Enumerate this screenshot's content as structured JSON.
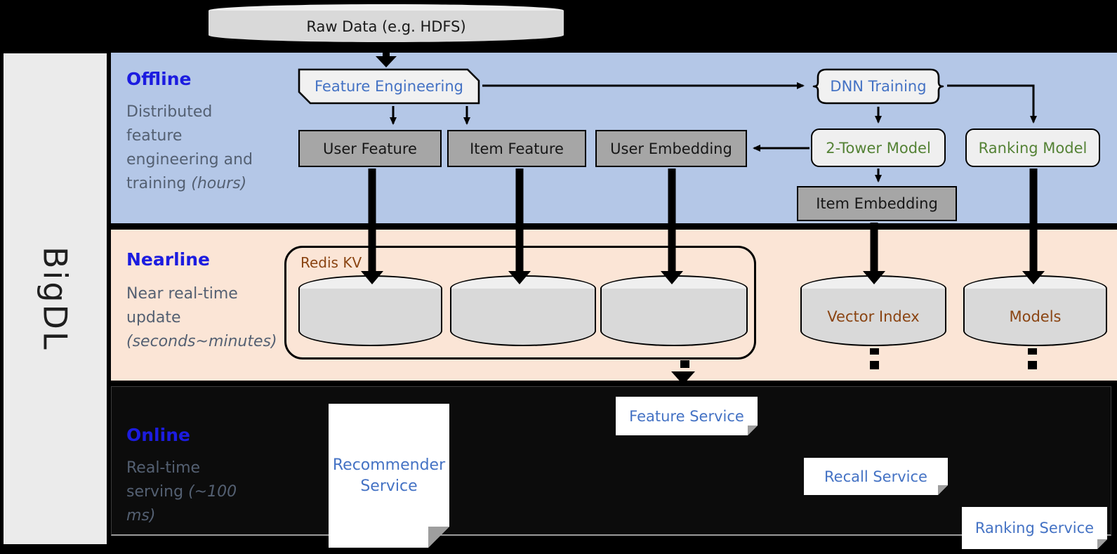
{
  "brand": {
    "label": "BigDL"
  },
  "source": {
    "label": "Raw Data (e.g. HDFS)"
  },
  "offline": {
    "title": "Offline",
    "description": "Distributed feature engineering and training ",
    "description_note": "(hours)",
    "nodes": {
      "feature_engineering": "Feature Engineering",
      "user_feature": "User Feature",
      "item_feature": "Item Feature",
      "user_embedding": "User Embedding",
      "dnn_training": "DNN Training",
      "two_tower_model": "2-Tower Model",
      "ranking_model": "Ranking Model",
      "item_embedding": "Item Embedding"
    }
  },
  "nearline": {
    "title": "Nearline",
    "description": "Near real-time update ",
    "description_note": "(seconds~minutes)",
    "redis_label": "Redis KV",
    "vector_index": "Vector Index",
    "models": "Models"
  },
  "online": {
    "title": "Online",
    "description": "Real-time serving ",
    "description_note": "(~100 ms)",
    "services": {
      "recommender": "Recommender Service",
      "feature": "Feature Service",
      "recall": "Recall Service",
      "ranking": "Ranking Service"
    }
  },
  "colors": {
    "offline_band": "#b4c7e7",
    "nearline_band": "#fbe5d6",
    "online_band": "#0c0c0c",
    "band_title_blue": "#1c1ce0",
    "muted_text": "#546072",
    "node_text_blue": "#4472c4",
    "model_text_green": "#548235",
    "storage_text_brown": "#8a4412",
    "gray_box": "#a6a6a6",
    "cylinder_fill": "#d9d9d9"
  }
}
